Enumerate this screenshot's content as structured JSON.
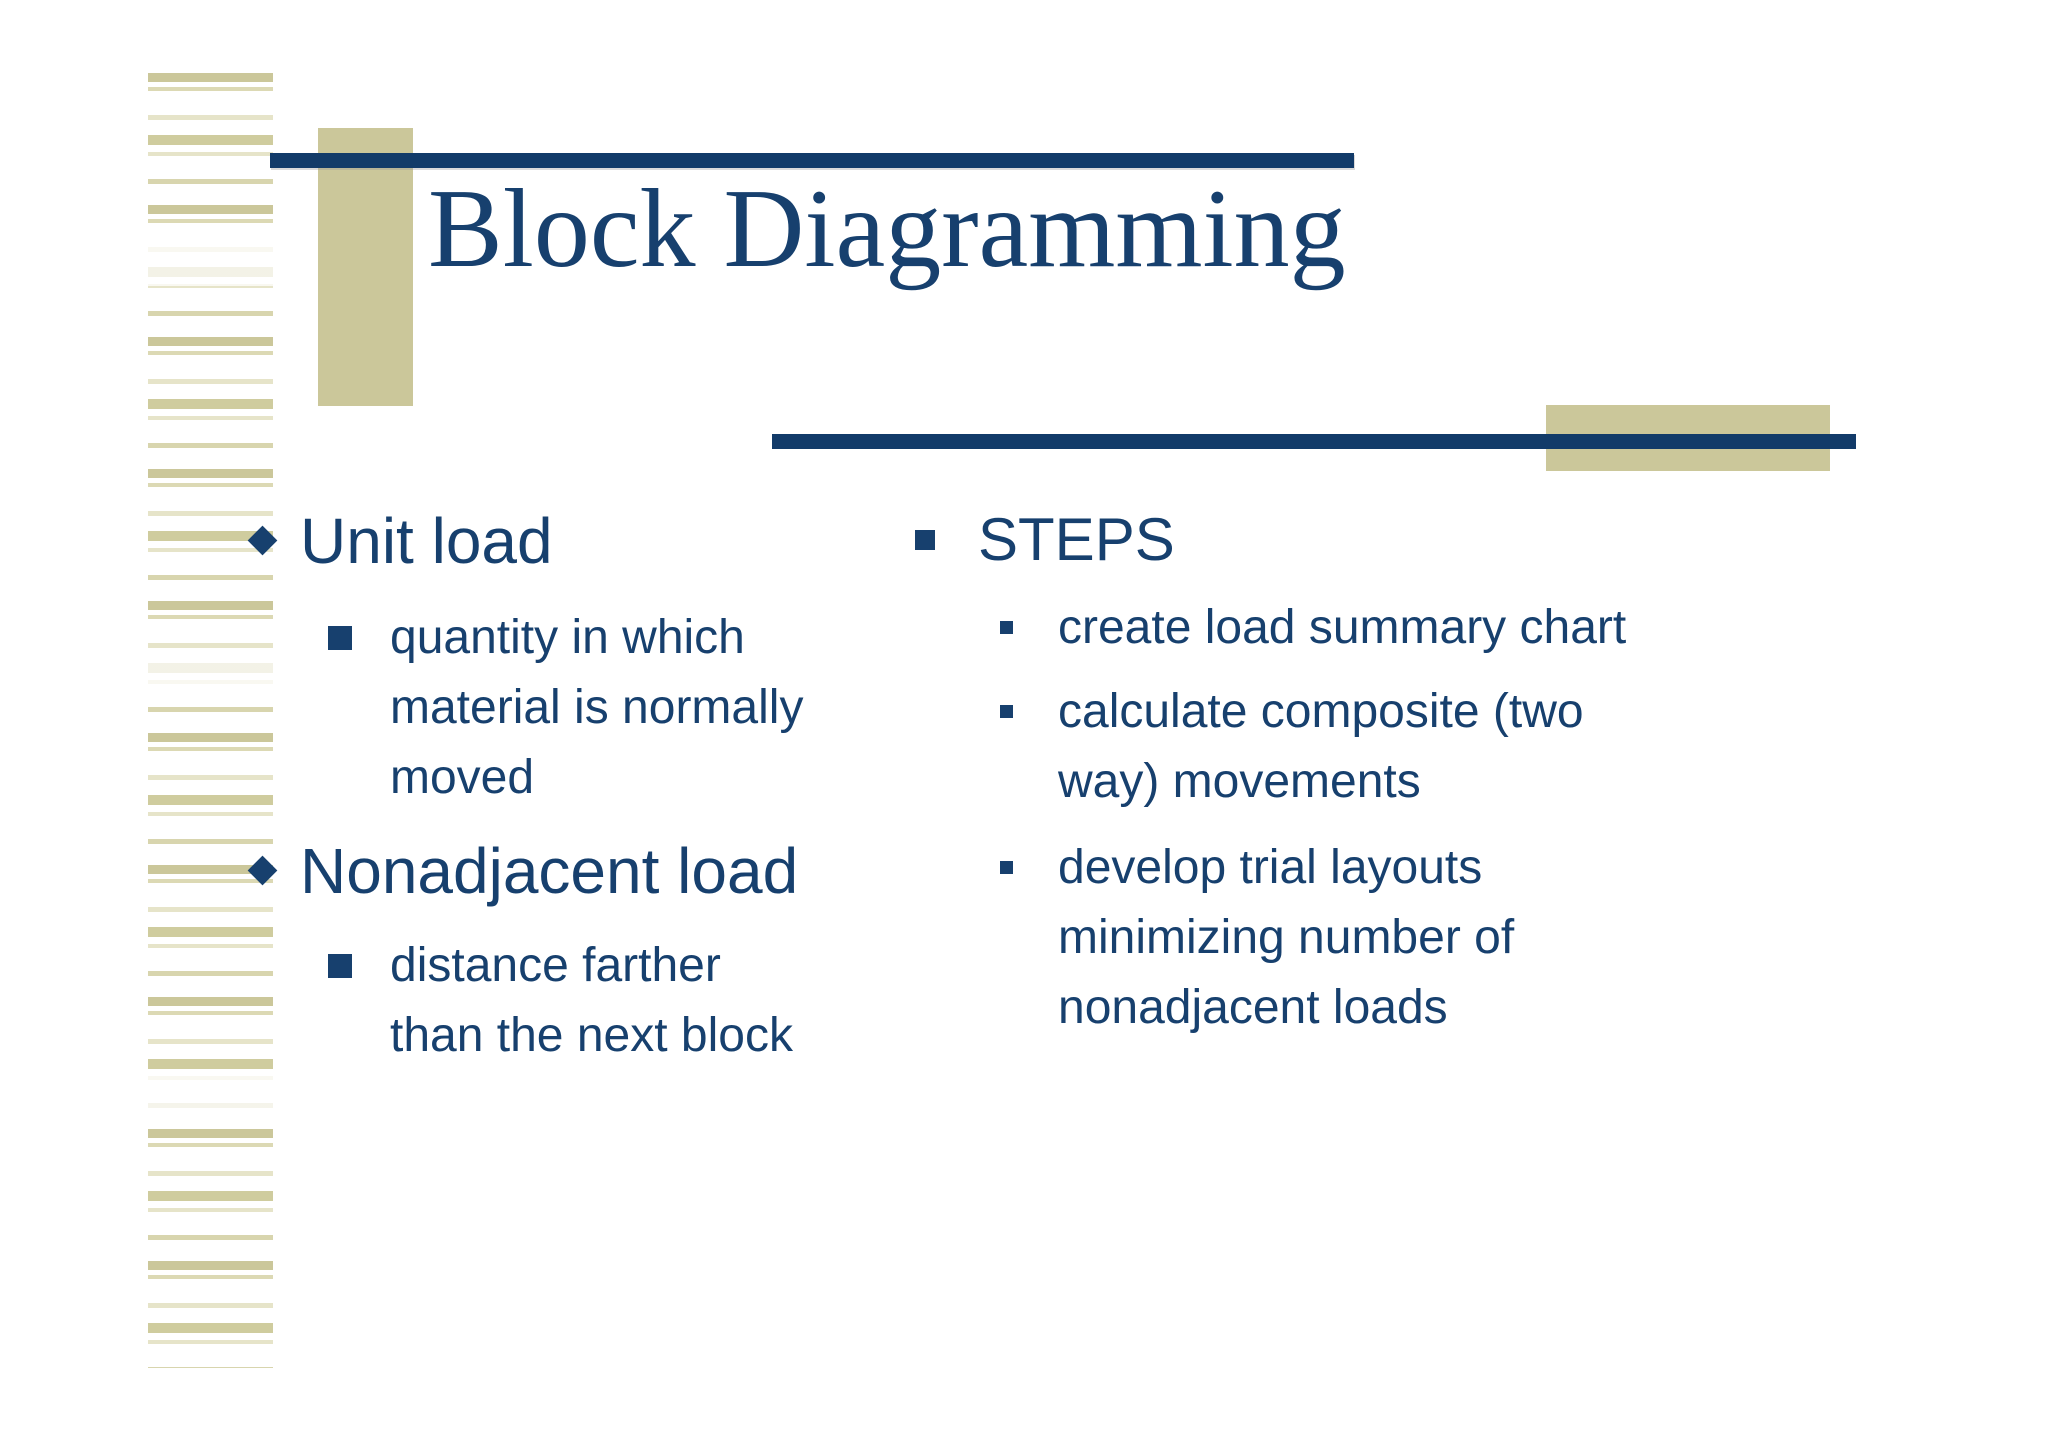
{
  "slide": {
    "title": "Block Diagramming",
    "colors": {
      "navy_rule": "#123b69",
      "navy_text": "#17406e",
      "khaki": "#cbc79a",
      "stripe_light": "#e6e4c9",
      "background": "#ffffff"
    },
    "left": {
      "items": [
        {
          "label": "Unit load",
          "subs": [
            {
              "lines": [
                "quantity in which",
                "material is normally",
                "moved"
              ]
            }
          ]
        },
        {
          "label": "Nonadjacent load",
          "subs": [
            {
              "lines": [
                "distance farther",
                "than the next block"
              ]
            }
          ]
        }
      ]
    },
    "right": {
      "items": [
        {
          "label": "STEPS",
          "subs": [
            {
              "lines": [
                "create load summary chart"
              ]
            },
            {
              "lines": [
                "calculate composite (two",
                "way) movements"
              ]
            },
            {
              "lines": [
                "develop trial layouts",
                "minimizing number of",
                "nonadjacent loads"
              ]
            }
          ]
        }
      ]
    }
  }
}
